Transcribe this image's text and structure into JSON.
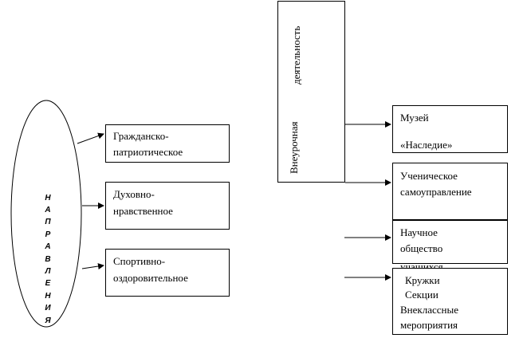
{
  "napravleniya": [
    "Н",
    "А",
    "П",
    "Р",
    "А",
    "В",
    "Л",
    "Е",
    "Н",
    "И",
    "Я"
  ],
  "left_boxes": [
    {
      "line1": "Гражданско-",
      "line2": "патриотическое"
    },
    {
      "line1": "Духовно-",
      "line2": "нравственное"
    },
    {
      "line1": "Спортивно-",
      "line2": "оздоровительное"
    }
  ],
  "vneurochnaya": {
    "word1": "Внеурочная",
    "word2": "деятельность"
  },
  "right_boxes": {
    "museum": {
      "line1": "Музей",
      "line2": "«Наследие»"
    },
    "self_gov": {
      "line1": "Ученическое",
      "line2": "самоуправление"
    },
    "society": {
      "line1": "Научное",
      "line2": "общество",
      "line3": "учащихся"
    },
    "clubs": {
      "line1": "Кружки",
      "line2": "Секции",
      "line3": "Внеклассные",
      "line4": "мероприятия"
    }
  }
}
